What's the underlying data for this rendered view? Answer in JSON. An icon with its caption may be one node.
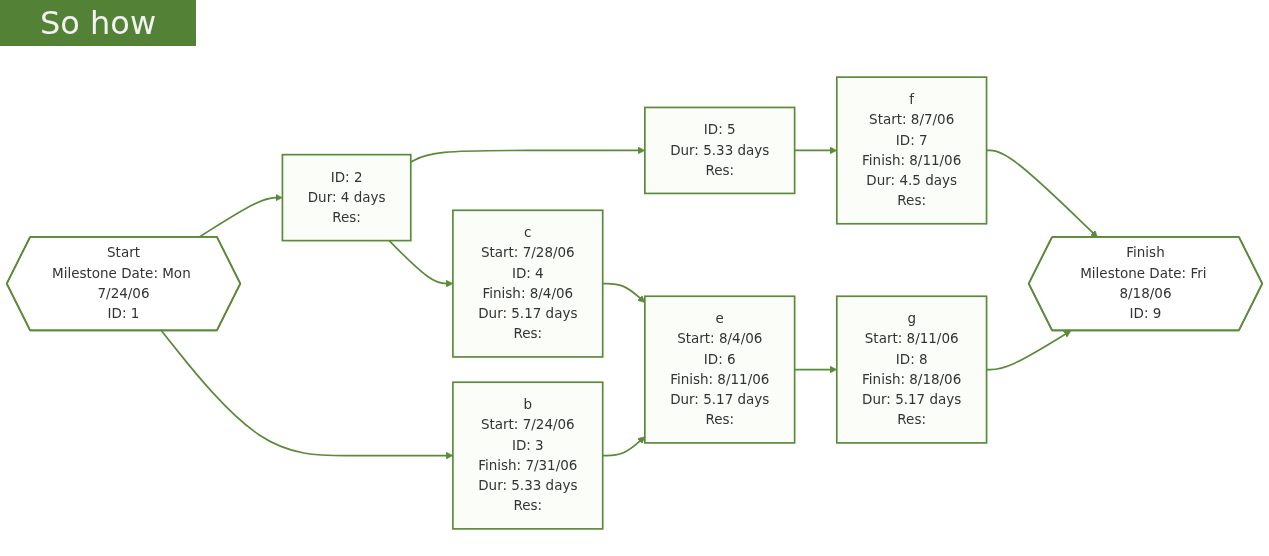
{
  "diagram": {
    "nodes": [
      {
        "text": [
          "Start",
          "Milestone Date: Mon 7/24/06",
          "ID: 1"
        ]
      },
      {
        "text": [
          "ID: 2",
          "Dur: 4 days",
          "Res:"
        ]
      },
      {
        "text": [
          "b",
          "Start: 7/24/06",
          "ID: 3",
          "Finish: 7/31/06",
          "Dur: 5.33 days",
          "Res:"
        ]
      },
      {
        "text": [
          "c",
          "Start: 7/28/06",
          "ID: 4",
          "Finish: 8/4/06",
          "Dur: 5.17 days",
          "Res:"
        ]
      },
      {
        "text": [
          "ID: 5",
          "Dur: 5.33 days",
          "Res:"
        ]
      },
      {
        "text": [
          "e",
          "Start: 8/4/06",
          "ID: 6",
          "Finish: 8/11/06",
          "Dur: 5.17 days",
          "Res:"
        ]
      },
      {
        "text": [
          "f",
          "Start: 8/7/06",
          "ID: 7",
          "Finish: 8/11/06",
          "Dur: 4.5 days",
          "Res:"
        ]
      },
      {
        "text": [
          "g",
          "Start: 8/11/06",
          "ID: 8",
          "Finish: 8/18/06",
          "Dur: 5.17 days",
          "Res:"
        ]
      },
      {
        "text": [
          "Finish",
          "Milestone Date: Fri 8/18/06",
          "ID: 9"
        ]
      }
    ],
    "edges": [
      {
        "from": 0,
        "to": 1,
        "arrow": "to"
      },
      {
        "from": 0,
        "to": 2,
        "arrow": "to"
      },
      {
        "from": 1,
        "to": 4,
        "arrow": "to"
      },
      {
        "from": 1,
        "to": 3,
        "arrow": "to"
      },
      {
        "from": 4,
        "to": 6,
        "arrow": "to"
      },
      {
        "from": 3,
        "to": 5,
        "arrow": "to"
      },
      {
        "from": 2,
        "to": 5,
        "arrow": "to"
      },
      {
        "from": 5,
        "to": 7,
        "arrow": "to"
      },
      {
        "from": 6,
        "to": 8,
        "arrow": "to"
      },
      {
        "from": 7,
        "to": 8,
        "arrow": "to"
      }
    ],
    "labels": [
      "So how"
    ]
  }
}
